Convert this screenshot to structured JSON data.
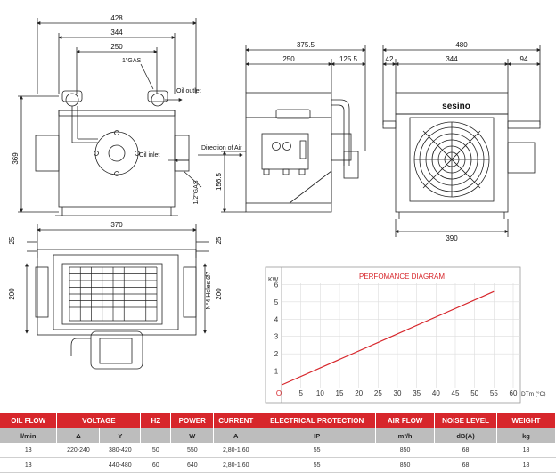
{
  "top_view": {
    "dim_428": "428",
    "dim_344": "344",
    "dim_250": "250",
    "dim_369": "369",
    "label_gas_top": "1\"GAS",
    "label_oil_outlet": "Oil outlet",
    "label_oil_inlet": "Oil inlet",
    "label_gas_side": "1/2\"GAS"
  },
  "side_view": {
    "dim_375_5": "375.5",
    "dim_250": "250",
    "dim_125_5": "125.5",
    "dim_156_5": "156.5",
    "label_direction_air": "Direction of Air"
  },
  "front_view": {
    "dim_480": "480",
    "dim_42": "42",
    "dim_344": "344",
    "dim_94": "94",
    "dim_390": "390",
    "brand": "sesino"
  },
  "bottom_view": {
    "dim_370": "370",
    "dim_25_left": "25",
    "dim_25_right": "25",
    "dim_200_left": "200",
    "dim_200_right": "200",
    "label_holes": "N°4 Holes Ø7"
  },
  "chart_data": {
    "type": "line",
    "title": "PERFOMANCE DIAGRAM",
    "ylabel": "KW",
    "xlabel": "DTm (°C)",
    "x_ticks": [
      "5",
      "10",
      "15",
      "20",
      "25",
      "30",
      "35",
      "40",
      "45",
      "50",
      "55",
      "60"
    ],
    "y_ticks": [
      "1",
      "2",
      "3",
      "4",
      "5",
      "6"
    ],
    "origin_label": "O",
    "xlim": [
      0,
      60
    ],
    "ylim": [
      0,
      7
    ],
    "grid": true,
    "series": [
      {
        "x": [
          0,
          55
        ],
        "y": [
          0.2,
          5.6
        ],
        "color": "#d7262b"
      }
    ]
  },
  "spec_table": {
    "headers": [
      "OIL FLOW",
      "VOLTAGE",
      "HZ",
      "POWER",
      "CURRENT",
      "ELECTRICAL PROTECTION",
      "AIR FLOW",
      "NOISE LEVEL",
      "WEIGHT"
    ],
    "units": [
      "l/min",
      "Δ",
      "Y",
      "",
      "W",
      "A",
      "IP",
      "m³/h",
      "dB(A)",
      "kg"
    ],
    "rows": [
      [
        "13",
        "220-240",
        "380-420",
        "50",
        "550",
        "2,80-1,60",
        "55",
        "850",
        "68",
        "18"
      ],
      [
        "13",
        "",
        "440-480",
        "60",
        "640",
        "2,80-1,60",
        "55",
        "850",
        "68",
        "18"
      ]
    ]
  },
  "colors": {
    "accent": "#d7262b",
    "unit_row": "#bdbdbd"
  }
}
